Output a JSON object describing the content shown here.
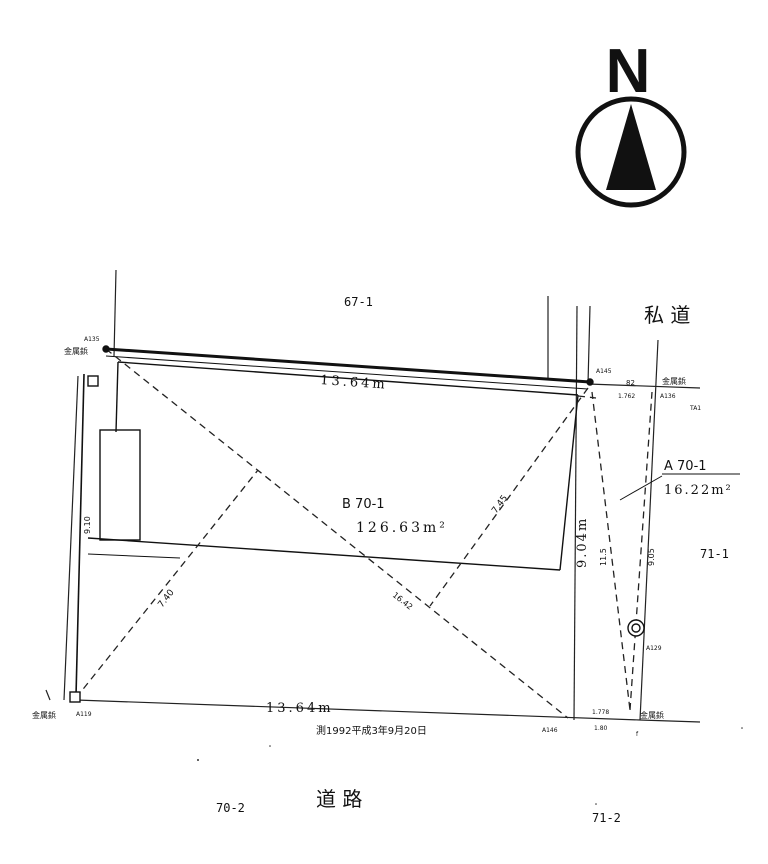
{
  "north": {
    "letter": "N"
  },
  "lots": {
    "main": {
      "label": "B 70-1",
      "area": "126.63m²"
    },
    "strip": {
      "label": "A 70-1",
      "area": "16.22m²"
    }
  },
  "neighbors": {
    "north": "67-1",
    "east": "71-1",
    "south_west": "70-2",
    "south_east": "71-2"
  },
  "roads": {
    "private": "私 道",
    "public": "道 路"
  },
  "dimensions": {
    "top": "13.64m",
    "bottom": "13.64m",
    "right": "9.04m",
    "diag_long": "16.42",
    "diag_left": "7.40",
    "diag_right": "7.45",
    "left_side": "9.10",
    "strip_diag": "11.5",
    "strip_side": "9.05",
    "strip_top_a": "82",
    "strip_top_b": "1.762",
    "strip_bottom_a": "1.778",
    "strip_bottom_b": "1.80"
  },
  "points": {
    "nw": "A135",
    "ne": "A145",
    "ne2": "A136",
    "sw": "A119",
    "se": "A146",
    "mid_e": "A129",
    "tac": "TA1",
    "se2": "f"
  },
  "markers": {
    "nw": "金属鋲",
    "ne": "金属鋲",
    "sw": "金属鋲",
    "se": "金属鋲"
  },
  "survey_note": "測1992平成3年9月20日"
}
